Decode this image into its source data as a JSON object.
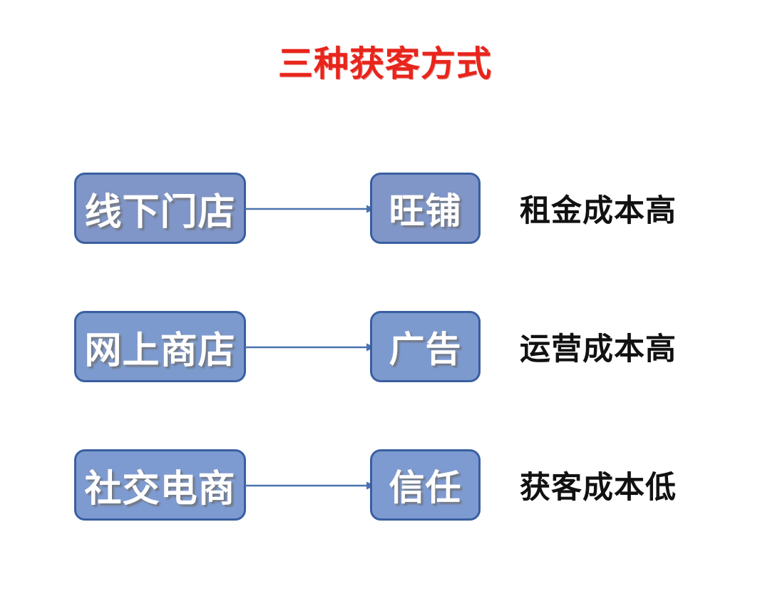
{
  "slide": {
    "title": "三种获客方式",
    "background_color": "#ffffff",
    "title_color": "#e8251c"
  },
  "theme": {
    "box_fill": "#7f99cc",
    "box_border": "#3a5fa0",
    "box_text_color": "#ffffff",
    "arrow_color": "#4a72ae",
    "note_text_color": "#111111"
  },
  "rows": [
    {
      "source": "线下门店",
      "target": "旺铺",
      "note": "租金成本高",
      "arrow": "arrow-right"
    },
    {
      "source": "网上商店",
      "target": "广告",
      "note": "运营成本高",
      "arrow": "arrow-right"
    },
    {
      "source": "社交电商",
      "target": "信任",
      "note": "获客成本低",
      "arrow": "arrow-right"
    }
  ]
}
